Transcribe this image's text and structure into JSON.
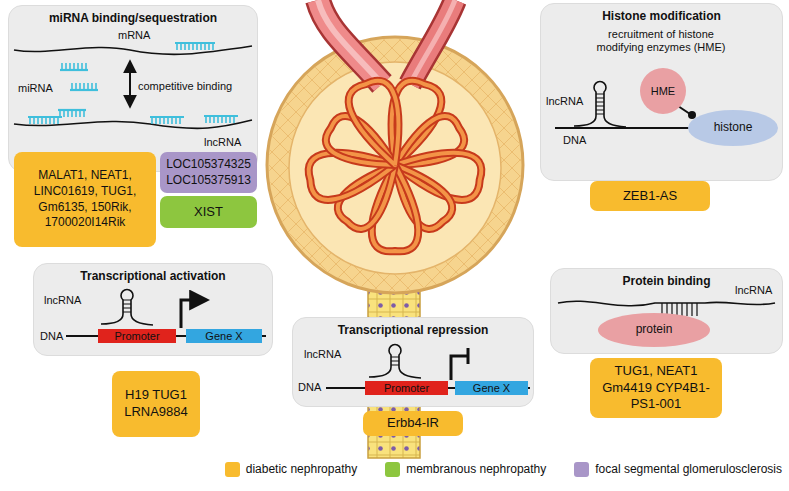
{
  "diagram": {
    "nodes": [
      {
        "text": [
          "miRNA binding/sequestration"
        ]
      },
      {
        "text": [
          "MALAT1, NEAT1, LINC01619, TUG1, Gm6135, 150Rik, 1700020I14Rik"
        ]
      },
      {
        "text": [
          "LOC105374325 LOC105375913"
        ]
      },
      {
        "text": [
          "XIST"
        ]
      },
      {
        "text": [
          "Histone modification"
        ]
      },
      {
        "text": [
          "HME"
        ],
        "in": 4
      },
      {
        "text": [
          "histone"
        ],
        "in": 4
      },
      {
        "text": [
          "ZEB1-AS"
        ]
      },
      {
        "text": [
          "Transcriptional activation"
        ]
      },
      {
        "text": [
          "Promoter"
        ],
        "in": 8
      },
      {
        "text": [
          "Gene X"
        ],
        "in": 8
      },
      {
        "text": [
          "H19 TUG1 LRNA9884"
        ]
      },
      {
        "text": [
          "Protein binding"
        ]
      },
      {
        "text": [
          "protein"
        ],
        "in": 12
      },
      {
        "text": [
          "TUG1, NEAT1 Gm4419 CYP4B1-PS1-001"
        ]
      },
      {
        "text": [
          "Transcriptional repression"
        ]
      },
      {
        "text": [
          "Promoter"
        ],
        "in": 15
      },
      {
        "text": [
          "Gene X"
        ],
        "in": 15
      },
      {
        "text": [
          "Erbb4-IR"
        ]
      }
    ],
    "labels": [
      "mRNA",
      "miRNA",
      "competitive binding",
      "lncRNA",
      "recruitment of histone modifying enzymes (HME)",
      "lncRNA",
      "DNA",
      "lncRNA",
      "DNA",
      "lncRNA",
      "lncRNA",
      "DNA"
    ],
    "legend": [
      {
        "text": "diabetic nephropathy",
        "color": "#f8bb2e"
      },
      {
        "text": "membranous nephropathy",
        "color": "#8dc63f"
      },
      {
        "text": "focal segmental glomerulosclerosis",
        "color": "#a996c8"
      }
    ]
  }
}
